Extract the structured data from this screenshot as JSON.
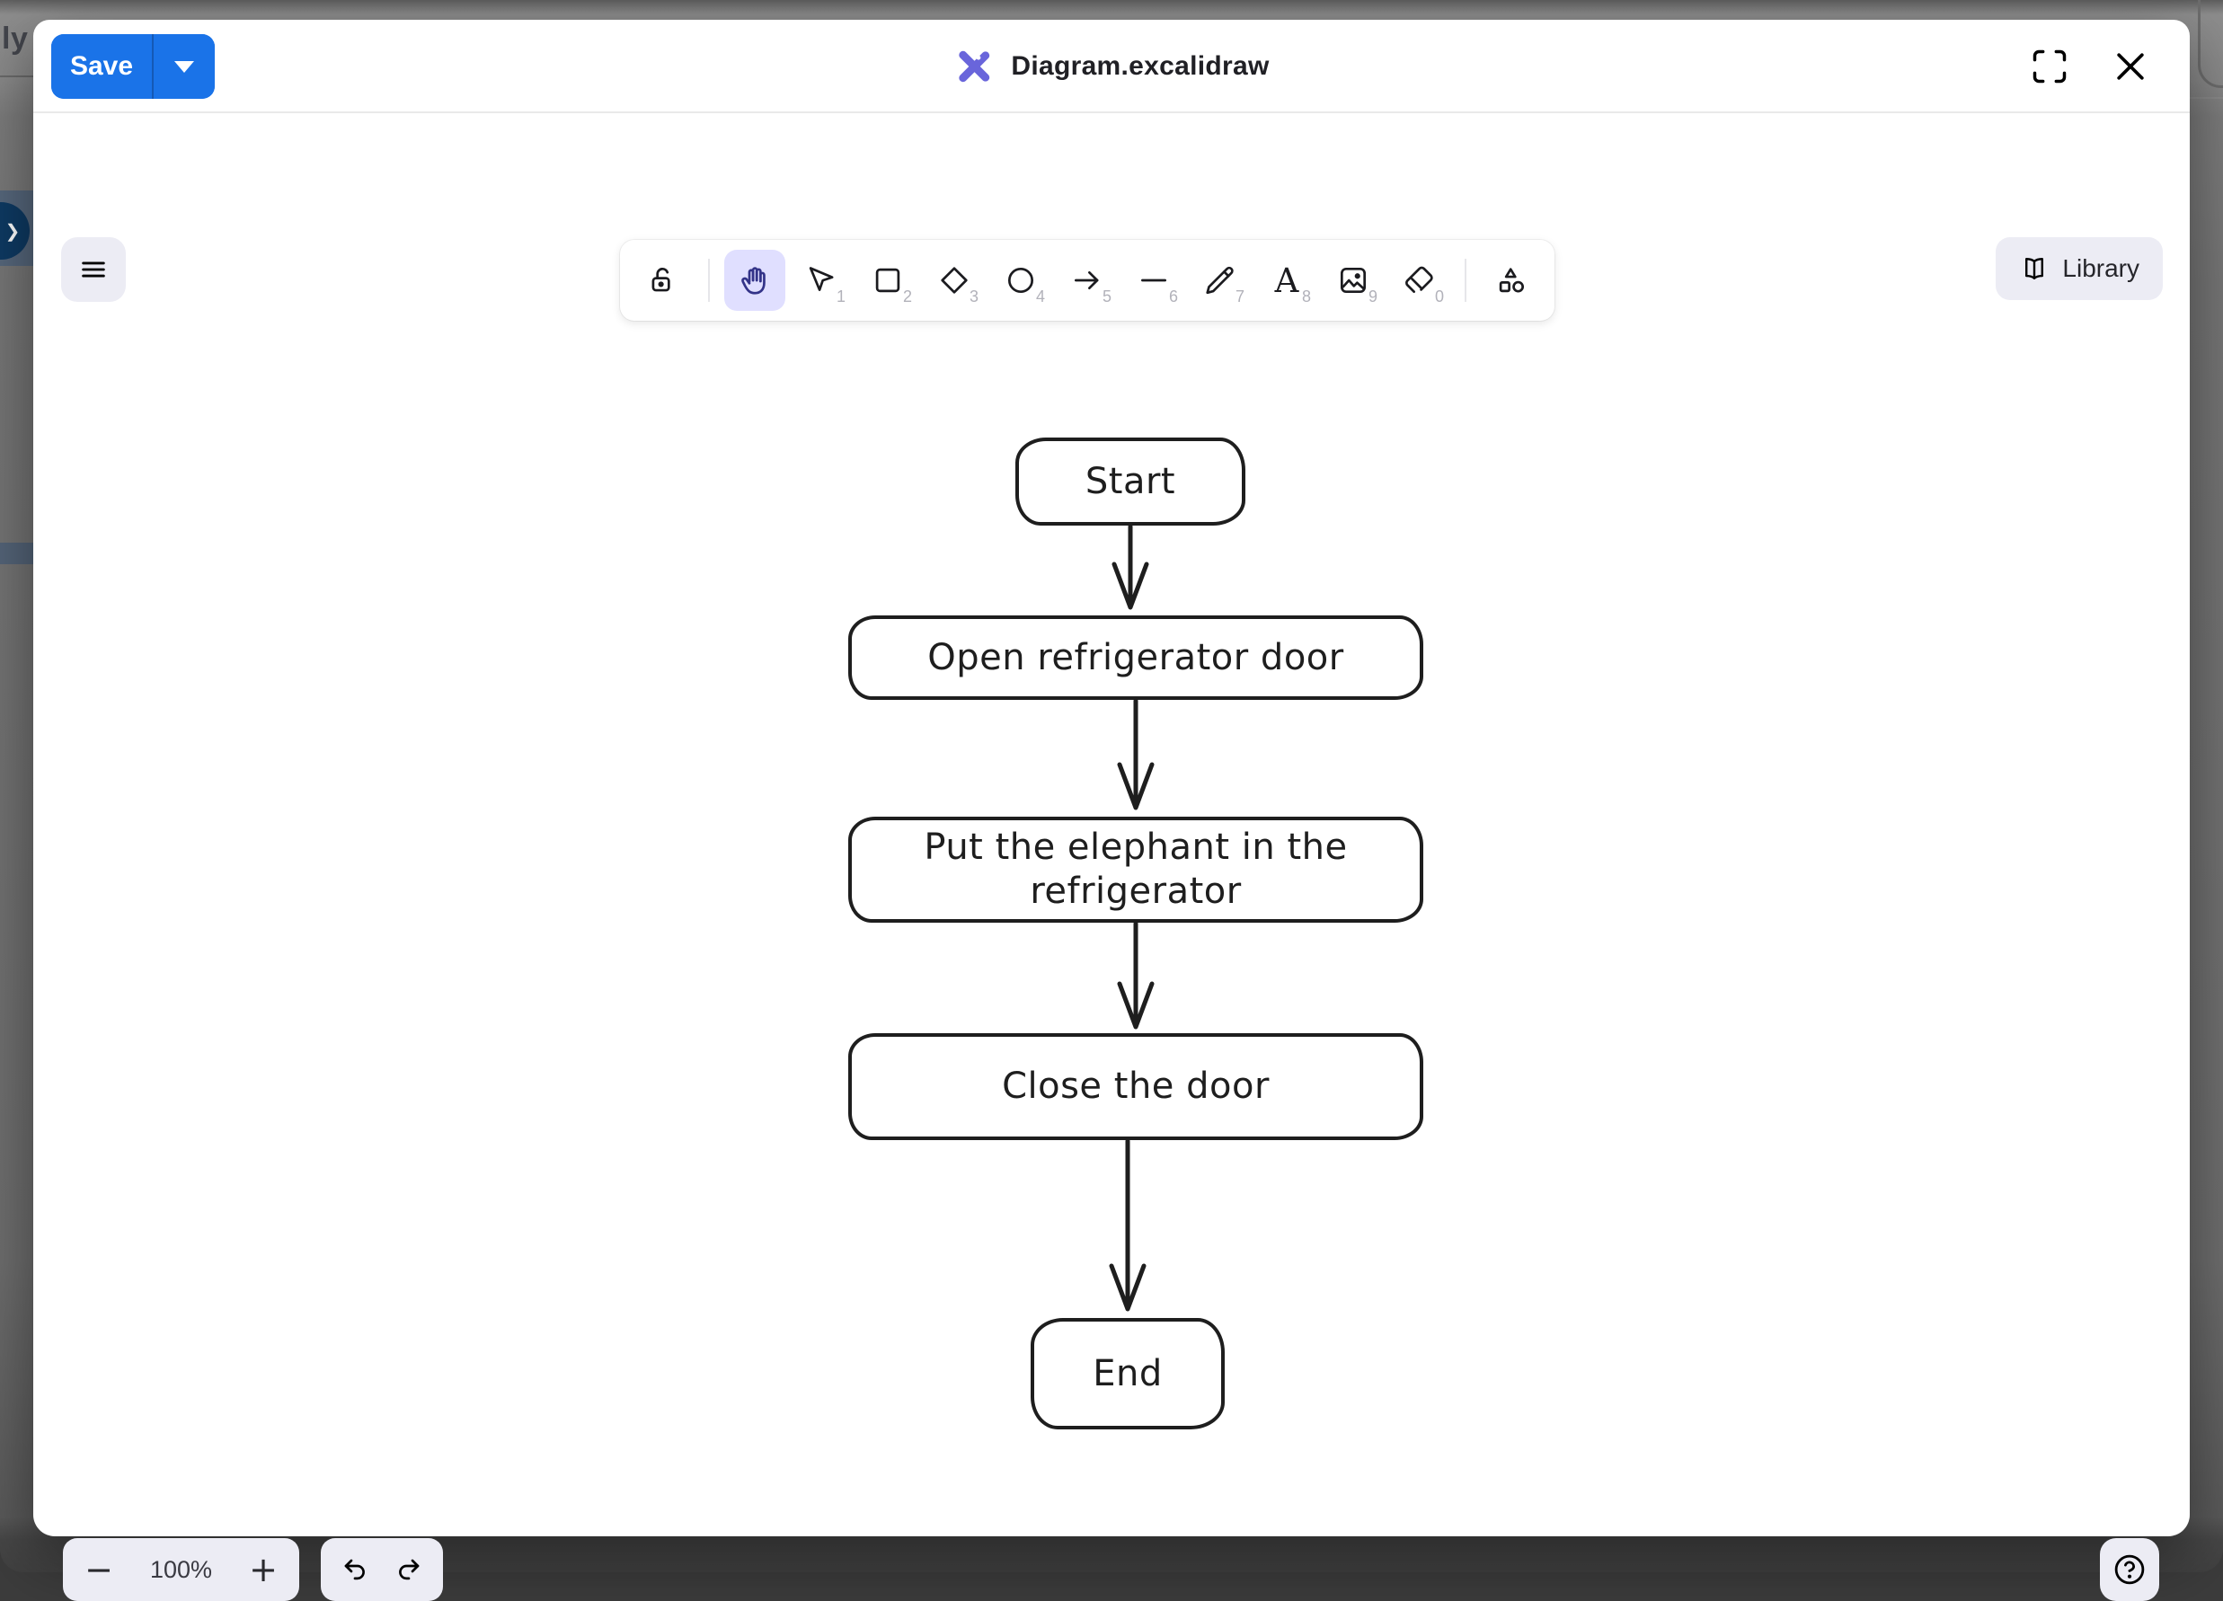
{
  "window": {
    "backdrop_text": "ly F"
  },
  "header": {
    "save_label": "Save",
    "title": "Diagram.excalidraw"
  },
  "toolbar": {
    "library_label": "Library",
    "text_tool_glyph": "A",
    "tools": [
      {
        "id": "lock",
        "shortcut": null,
        "selected": false
      },
      {
        "id": "hand",
        "shortcut": null,
        "selected": true
      },
      {
        "id": "selection",
        "shortcut": "1",
        "selected": false
      },
      {
        "id": "rectangle",
        "shortcut": "2",
        "selected": false
      },
      {
        "id": "diamond",
        "shortcut": "3",
        "selected": false
      },
      {
        "id": "ellipse",
        "shortcut": "4",
        "selected": false
      },
      {
        "id": "arrow",
        "shortcut": "5",
        "selected": false
      },
      {
        "id": "line",
        "shortcut": "6",
        "selected": false
      },
      {
        "id": "draw",
        "shortcut": "7",
        "selected": false
      },
      {
        "id": "text",
        "shortcut": "8",
        "selected": false
      },
      {
        "id": "image",
        "shortcut": "9",
        "selected": false
      },
      {
        "id": "eraser",
        "shortcut": "0",
        "selected": false
      },
      {
        "id": "shapes",
        "shortcut": null,
        "selected": false
      }
    ]
  },
  "canvas": {
    "diagram": {
      "nodes": [
        {
          "id": "start",
          "label": "Start"
        },
        {
          "id": "open",
          "label": "Open refrigerator door"
        },
        {
          "id": "put",
          "label": "Put the elephant in the refrigerator"
        },
        {
          "id": "close",
          "label": "Close the door"
        },
        {
          "id": "end",
          "label": "End"
        }
      ],
      "edges": [
        {
          "from": "start",
          "to": "open"
        },
        {
          "from": "open",
          "to": "put"
        },
        {
          "from": "put",
          "to": "close"
        },
        {
          "from": "close",
          "to": "end"
        }
      ]
    }
  },
  "footer": {
    "zoom_level": "100%"
  },
  "colors": {
    "accent_blue": "#1a73e8",
    "logo_purple": "#6965db",
    "tool_selected_bg": "#e0dfff",
    "island_bg": "#ececf4",
    "stroke_dark": "#1e1e1e"
  }
}
